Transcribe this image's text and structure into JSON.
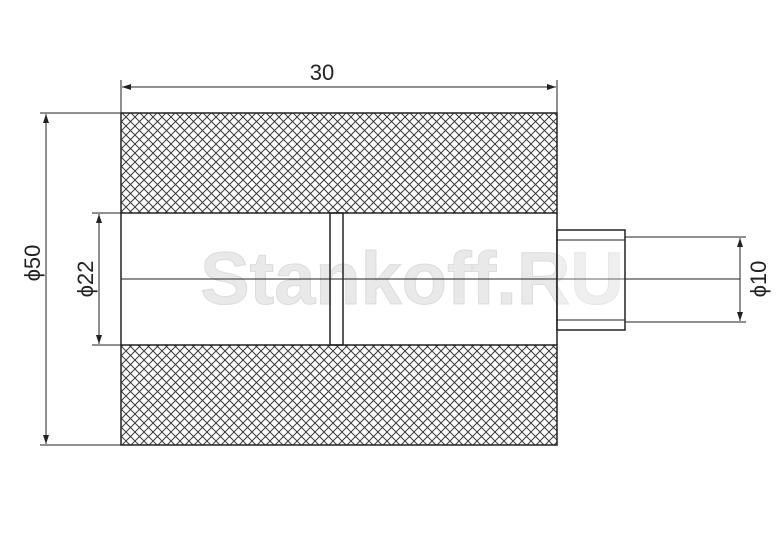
{
  "dimensions": {
    "length": "30",
    "outer_diameter": "ϕ50",
    "inner_diameter": "ϕ22",
    "shaft_diameter": "ϕ10"
  },
  "watermark": "Stankoff.RU",
  "colors": {
    "line": "#222222",
    "hatch": "#3a3a3a",
    "watermark": "#e9e9e9"
  }
}
